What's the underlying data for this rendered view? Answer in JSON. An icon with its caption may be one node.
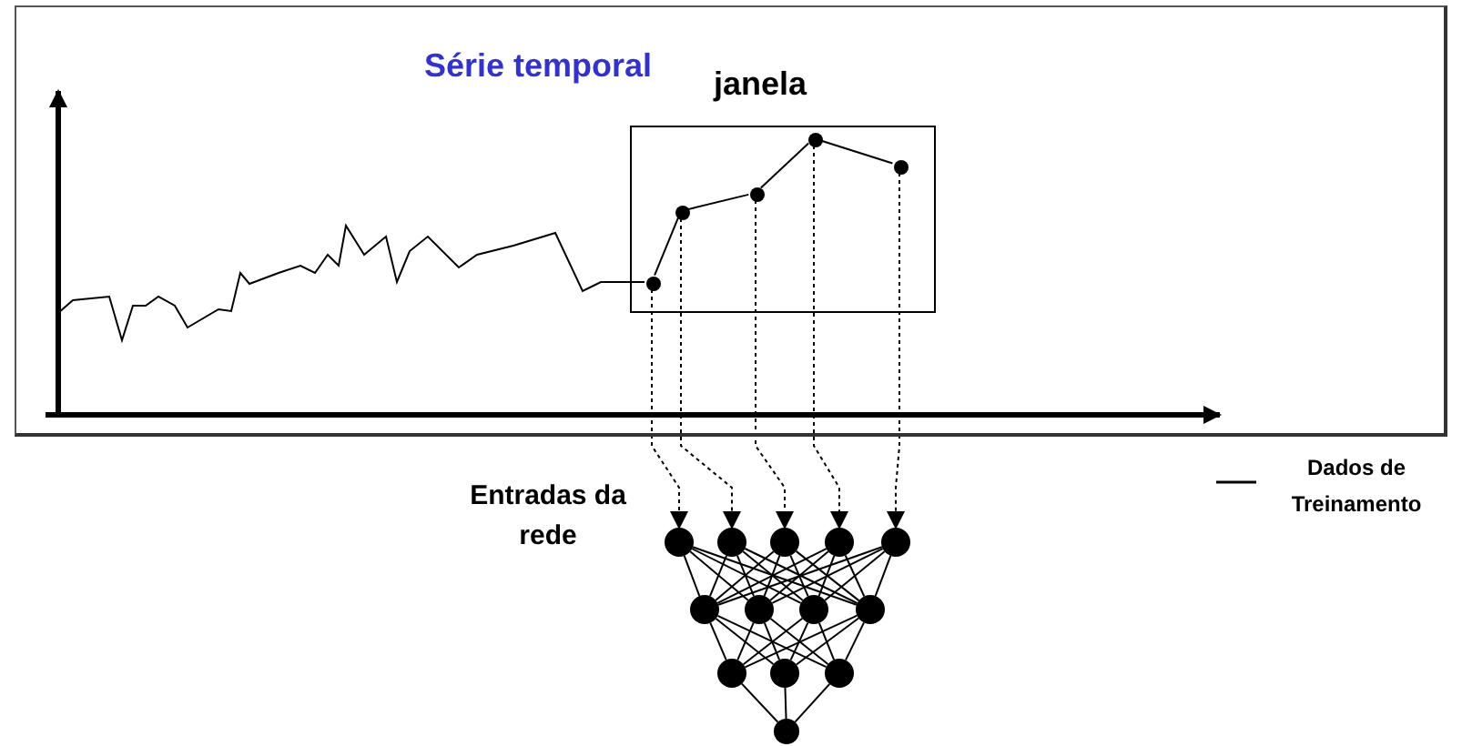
{
  "diagram": {
    "nodes": [
      {
        "text": [
          "Série temporal"
        ]
      },
      {
        "text": [
          "janela"
        ],
        "in": 0
      },
      {
        "text": [],
        "shape": "circle",
        "in": 1
      },
      {
        "text": [],
        "shape": "circle",
        "in": 1
      },
      {
        "text": [],
        "shape": "circle",
        "in": 1
      },
      {
        "text": [],
        "shape": "circle",
        "in": 1
      },
      {
        "text": [],
        "shape": "circle",
        "in": 1
      },
      {
        "text": [],
        "shape": "circle"
      },
      {
        "text": [],
        "shape": "circle"
      },
      {
        "text": [],
        "shape": "circle"
      },
      {
        "text": [],
        "shape": "circle"
      },
      {
        "text": [],
        "shape": "circle"
      },
      {
        "text": [],
        "shape": "circle"
      },
      {
        "text": [],
        "shape": "circle"
      },
      {
        "text": [],
        "shape": "circle"
      },
      {
        "text": [],
        "shape": "circle"
      },
      {
        "text": [],
        "shape": "circle"
      },
      {
        "text": [],
        "shape": "circle"
      },
      {
        "text": [],
        "shape": "circle"
      },
      {
        "text": [],
        "shape": "circle"
      }
    ],
    "edges": [
      {
        "from": null,
        "to": 2,
        "arrow": "none"
      },
      {
        "from": 2,
        "to": 3,
        "arrow": "none"
      },
      {
        "from": 3,
        "to": 4,
        "arrow": "none"
      },
      {
        "from": 4,
        "to": 5,
        "arrow": "none"
      },
      {
        "from": 5,
        "to": 6,
        "arrow": "none"
      },
      {
        "from": 2,
        "to": 7,
        "arrow": "to",
        "style": "dashed"
      },
      {
        "from": 3,
        "to": 8,
        "arrow": "to",
        "style": "dashed"
      },
      {
        "from": 4,
        "to": 9,
        "arrow": "to",
        "style": "dashed"
      },
      {
        "from": 5,
        "to": 10,
        "arrow": "to",
        "style": "dashed"
      },
      {
        "from": 6,
        "to": 11,
        "arrow": "to",
        "style": "dashed"
      },
      {
        "from": 7,
        "to": 12,
        "arrow": "none"
      },
      {
        "from": 7,
        "to": 13,
        "arrow": "none"
      },
      {
        "from": 7,
        "to": 14,
        "arrow": "none"
      },
      {
        "from": 7,
        "to": 15,
        "arrow": "none"
      },
      {
        "from": 8,
        "to": 12,
        "arrow": "none"
      },
      {
        "from": 8,
        "to": 13,
        "arrow": "none"
      },
      {
        "from": 8,
        "to": 14,
        "arrow": "none"
      },
      {
        "from": 8,
        "to": 15,
        "arrow": "none"
      },
      {
        "from": 9,
        "to": 12,
        "arrow": "none"
      },
      {
        "from": 9,
        "to": 13,
        "arrow": "none"
      },
      {
        "from": 9,
        "to": 14,
        "arrow": "none"
      },
      {
        "from": 9,
        "to": 15,
        "arrow": "none"
      },
      {
        "from": 10,
        "to": 12,
        "arrow": "none"
      },
      {
        "from": 10,
        "to": 13,
        "arrow": "none"
      },
      {
        "from": 10,
        "to": 14,
        "arrow": "none"
      },
      {
        "from": 10,
        "to": 15,
        "arrow": "none"
      },
      {
        "from": 11,
        "to": 12,
        "arrow": "none"
      },
      {
        "from": 11,
        "to": 13,
        "arrow": "none"
      },
      {
        "from": 11,
        "to": 14,
        "arrow": "none"
      },
      {
        "from": 11,
        "to": 15,
        "arrow": "none"
      },
      {
        "from": 12,
        "to": 16,
        "arrow": "none"
      },
      {
        "from": 12,
        "to": 17,
        "arrow": "none"
      },
      {
        "from": 12,
        "to": 18,
        "arrow": "none"
      },
      {
        "from": 13,
        "to": 16,
        "arrow": "none"
      },
      {
        "from": 13,
        "to": 17,
        "arrow": "none"
      },
      {
        "from": 13,
        "to": 18,
        "arrow": "none"
      },
      {
        "from": 14,
        "to": 16,
        "arrow": "none"
      },
      {
        "from": 14,
        "to": 17,
        "arrow": "none"
      },
      {
        "from": 14,
        "to": 18,
        "arrow": "none"
      },
      {
        "from": 15,
        "to": 16,
        "arrow": "none"
      },
      {
        "from": 15,
        "to": 17,
        "arrow": "none"
      },
      {
        "from": 15,
        "to": 18,
        "arrow": "none"
      },
      {
        "from": 16,
        "to": 19,
        "arrow": "none"
      },
      {
        "from": 17,
        "to": 19,
        "arrow": "none"
      },
      {
        "from": 18,
        "to": 19,
        "arrow": "none"
      }
    ],
    "labels": [
      "Entradas da rede"
    ],
    "legend": [
      {
        "text": "Dados de Treinamento"
      }
    ]
  }
}
